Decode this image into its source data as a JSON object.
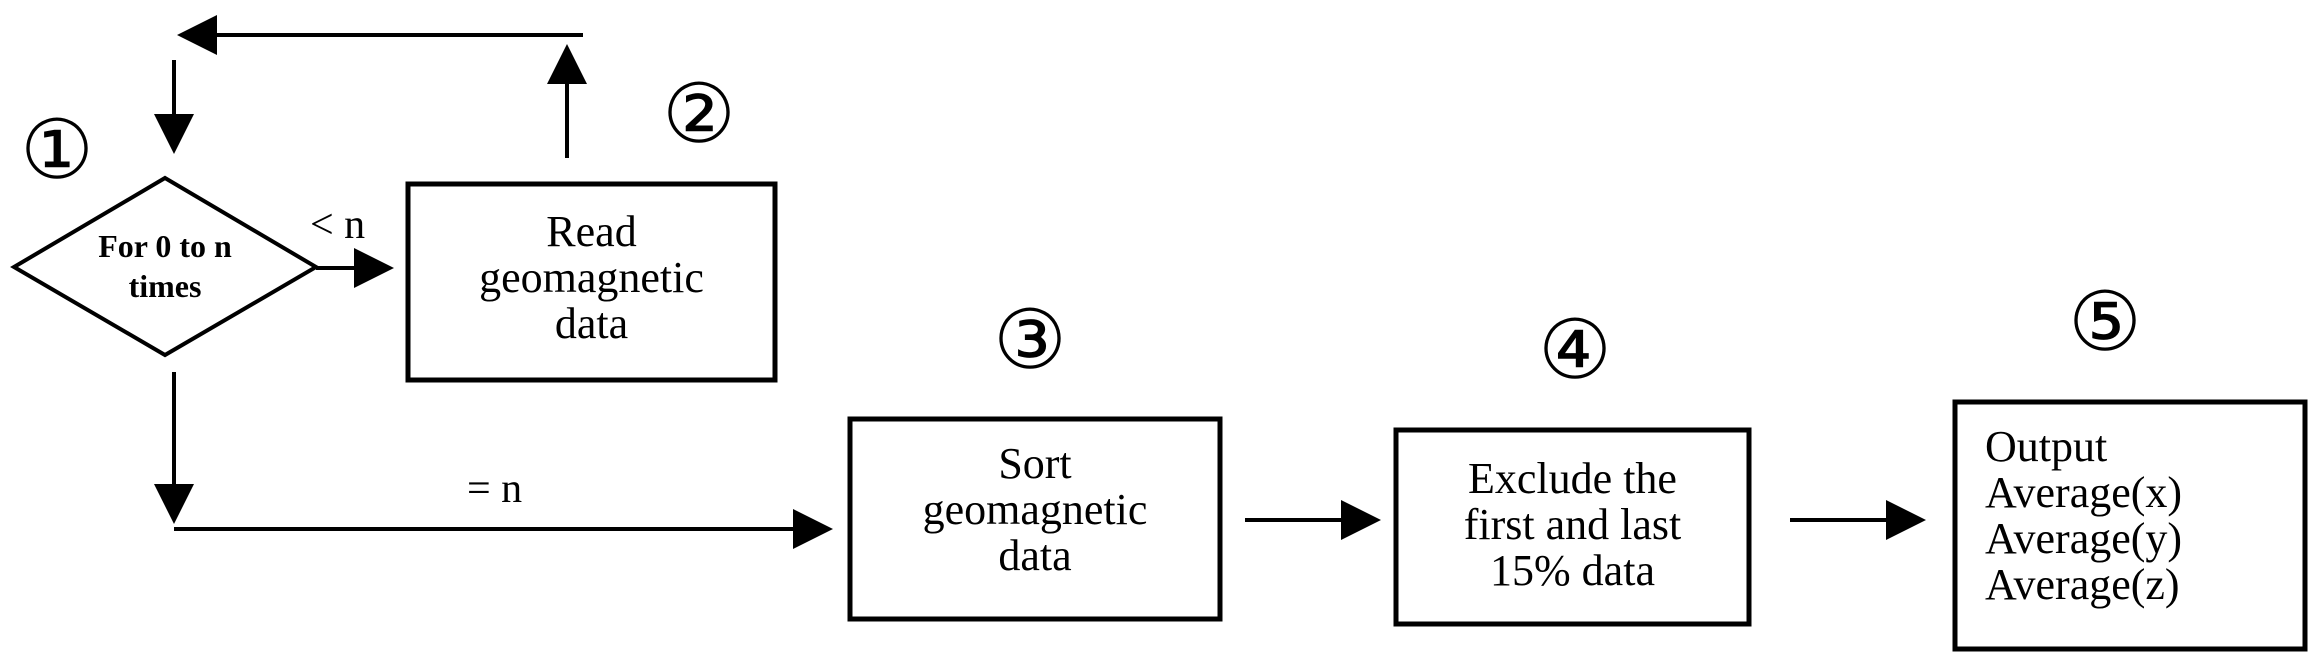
{
  "step_numbers": [
    "①",
    "②",
    "③",
    "④",
    "⑤"
  ],
  "decision": {
    "text": "For 0 to n\ntimes"
  },
  "edge_labels": {
    "less_than_n": "< n",
    "equals_n": "= n"
  },
  "boxes": {
    "read": "Read\ngeomagnetic\ndata",
    "sort": "Sort\ngeomagnetic\ndata",
    "exclude": "Exclude  the\nfirst  and last\n15% data",
    "output": "Output\nAverage(x)\nAverage(y)\nAverage(z)"
  },
  "colors": {
    "stroke": "#000000",
    "background": "#ffffff"
  }
}
